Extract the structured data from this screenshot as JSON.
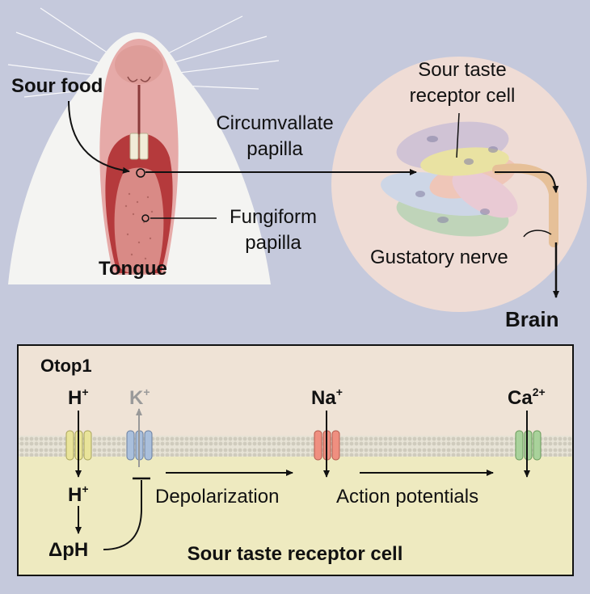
{
  "top": {
    "sour_food": "Sour food",
    "tongue": "Tongue",
    "circumvallate": [
      "Circumvallate",
      "papilla"
    ],
    "fungiform": [
      "Fungiform",
      "papilla"
    ],
    "receptor_cell": [
      "Sour taste",
      "receptor cell"
    ],
    "gustatory_nerve": "Gustatory nerve",
    "brain": "Brain"
  },
  "bottom": {
    "otop1": "Otop1",
    "h_plus": "H",
    "h_plus_sup": "+",
    "k_plus": "K",
    "k_plus_sup": "+",
    "na_plus": "Na",
    "na_plus_sup": "+",
    "ca_2plus": "Ca",
    "ca_2plus_sup": "2+",
    "h_plus_inside": "H",
    "h_plus_inside_sup": "+",
    "delta_ph": "ΔpH",
    "depolarization": "Depolarization",
    "action_potentials": "Action potentials",
    "cell_label": "Sour taste receptor cell"
  },
  "colors": {
    "background": "#c5c9dc",
    "fur": "#f4f4f2",
    "skin": "#e6aaa8",
    "mouth": "#b53a3c",
    "tongue": "#d98a86",
    "circle": "#efdcd5",
    "membrane": "#d9d6cc",
    "cytoplasm": "#eeeac0",
    "otop1_channel": "#e9e49a",
    "k_channel": "#a9bfdc",
    "na_channel": "#ef8f80",
    "ca_channel": "#a9d29b"
  }
}
